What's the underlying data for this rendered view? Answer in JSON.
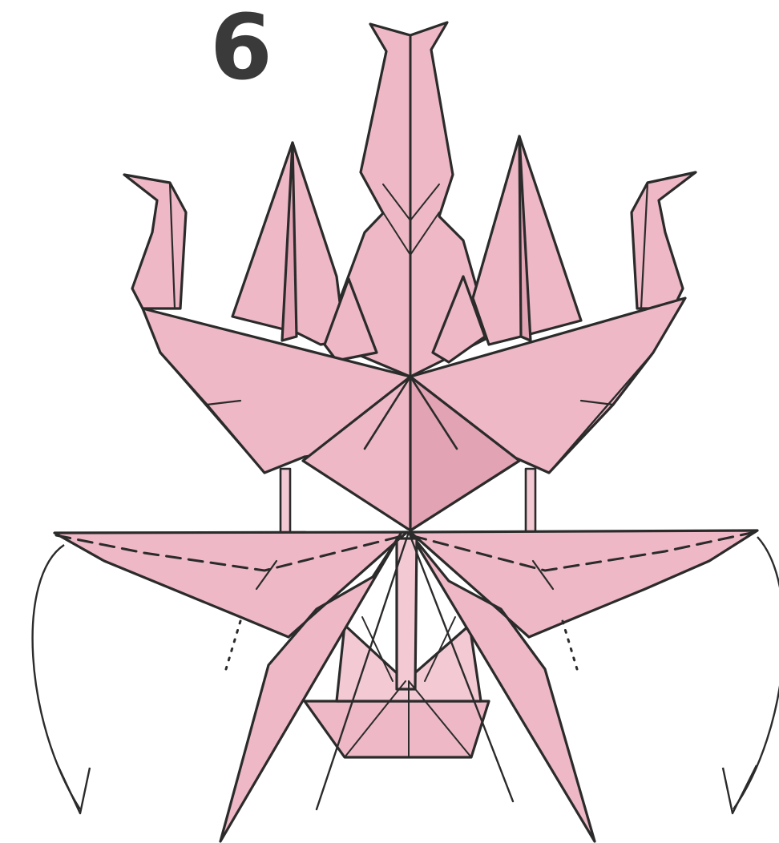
{
  "step": {
    "number": "6"
  },
  "colors": {
    "paper": "#eeb8c6",
    "paper_shade": "#e2a3b4",
    "paper_light": "#f3c9d4",
    "line": "#2b2b2b",
    "step_number": "#3a3a3a",
    "background": "#ffffff"
  },
  "annotations": {
    "valley_folds": 2,
    "arrows": [
      "fold-arrow-left",
      "fold-arrow-right"
    ],
    "hidden_line_markers": 2
  }
}
